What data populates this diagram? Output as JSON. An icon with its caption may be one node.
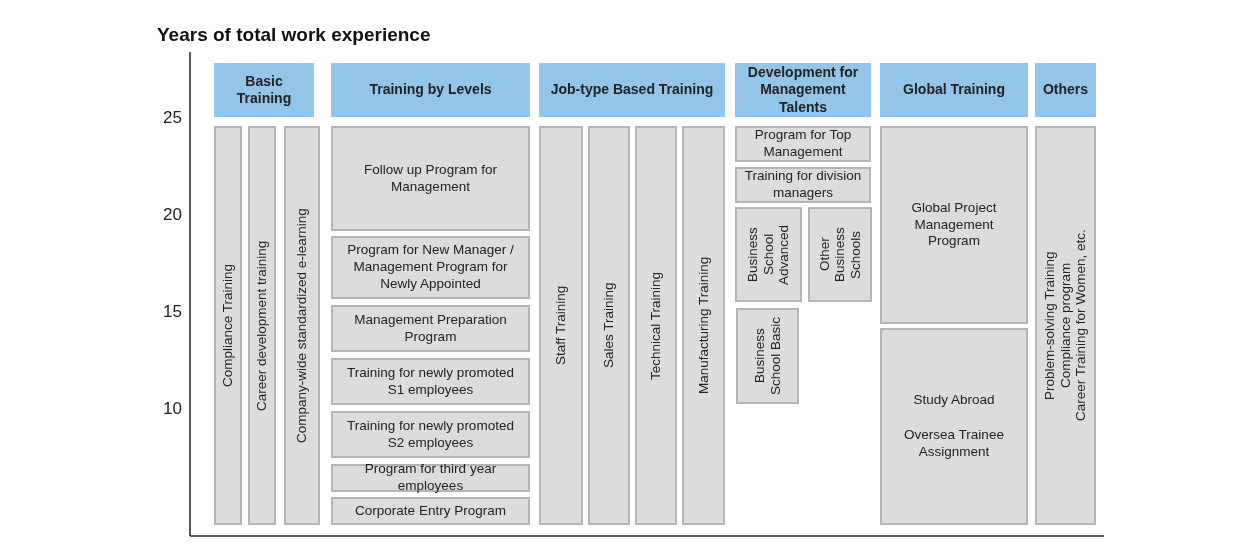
{
  "diagram": {
    "title": "Years of total work experience",
    "nodes": [
      {
        "text": [
          "Basic Training"
        ]
      },
      {
        "text": [
          "Training by Levels"
        ]
      },
      {
        "text": [
          "Job-type Based Training"
        ]
      },
      {
        "text": [
          "Development for Management Talents"
        ]
      },
      {
        "text": [
          "Global Training"
        ]
      },
      {
        "text": [
          "Others"
        ]
      },
      {
        "text": [
          "Compliance Training"
        ]
      },
      {
        "text": [
          "Career development  training"
        ]
      },
      {
        "text": [
          "Company-wide standardized e-learning"
        ]
      },
      {
        "text": [
          "Follow up Program for Management"
        ]
      },
      {
        "text": [
          "Program for New Manager / Management Program for Newly Appointed"
        ]
      },
      {
        "text": [
          "Management Preparation Program"
        ]
      },
      {
        "text": [
          "Training for newly promoted S1 employees"
        ]
      },
      {
        "text": [
          "Training for newly promoted S2 employees"
        ]
      },
      {
        "text": [
          "Program for third year employees"
        ]
      },
      {
        "text": [
          "Corporate Entry Program"
        ]
      },
      {
        "text": [
          "Staff Training"
        ]
      },
      {
        "text": [
          "Sales Training"
        ]
      },
      {
        "text": [
          "Technical Training"
        ]
      },
      {
        "text": [
          "Manufacturing Training"
        ]
      },
      {
        "text": [
          "Program for Top Management"
        ]
      },
      {
        "text": [
          "Training for division managers"
        ]
      },
      {
        "text": [
          "Business School Advanced"
        ]
      },
      {
        "text": [
          "Other Business Schools"
        ]
      },
      {
        "text": [
          "Business School Basic"
        ]
      },
      {
        "text": [
          "Global Project Management Program"
        ]
      },
      {
        "text": [
          "Study Abroad",
          "Oversea Trainee Assignment"
        ]
      },
      {
        "text": [
          "Problem-solving Training",
          "Compliance program",
          "Career Training for Women, etc."
        ]
      }
    ],
    "labels": [
      "25",
      "20",
      "15",
      "10"
    ]
  }
}
